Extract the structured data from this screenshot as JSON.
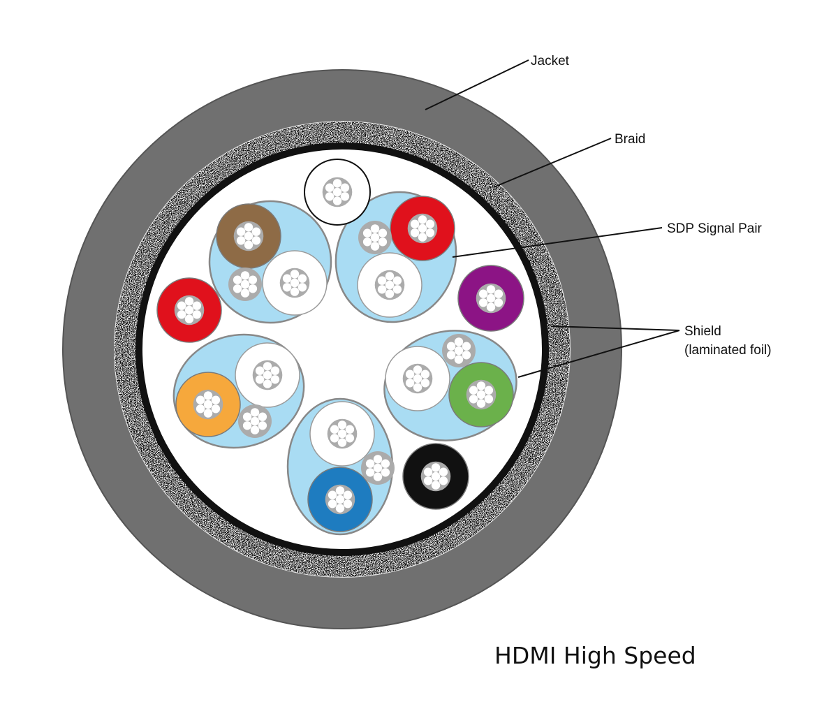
{
  "title": "HDMI High Speed",
  "labels": {
    "jacket": "Jacket",
    "braid": "Braid",
    "sdp": "SDP Signal Pair",
    "shield_line1": "Shield",
    "shield_line2": "(laminated foil)"
  },
  "colors": {
    "jacket": "#707070",
    "shield_ring": "#111111",
    "pair_fill": "#a9dcf3",
    "pair_stroke": "#888888",
    "strand": "#ababab",
    "brown": "#8e6b46",
    "red": "#e0111c",
    "purple": "#8c1485",
    "orange": "#f6a83c",
    "green": "#6bb14b",
    "blue": "#1e7cc0",
    "black": "#111111",
    "white": "#ffffff"
  },
  "conductors": [
    {
      "id": "white-top",
      "color": "white"
    },
    {
      "id": "red-left",
      "color": "red"
    },
    {
      "id": "purple-right",
      "color": "purple"
    },
    {
      "id": "black-bottom",
      "color": "black"
    }
  ],
  "signal_pairs": [
    {
      "id": "pair-brown",
      "color": "brown"
    },
    {
      "id": "pair-red",
      "color": "red"
    },
    {
      "id": "pair-orange",
      "color": "orange"
    },
    {
      "id": "pair-green",
      "color": "green"
    },
    {
      "id": "pair-blue",
      "color": "blue"
    }
  ]
}
